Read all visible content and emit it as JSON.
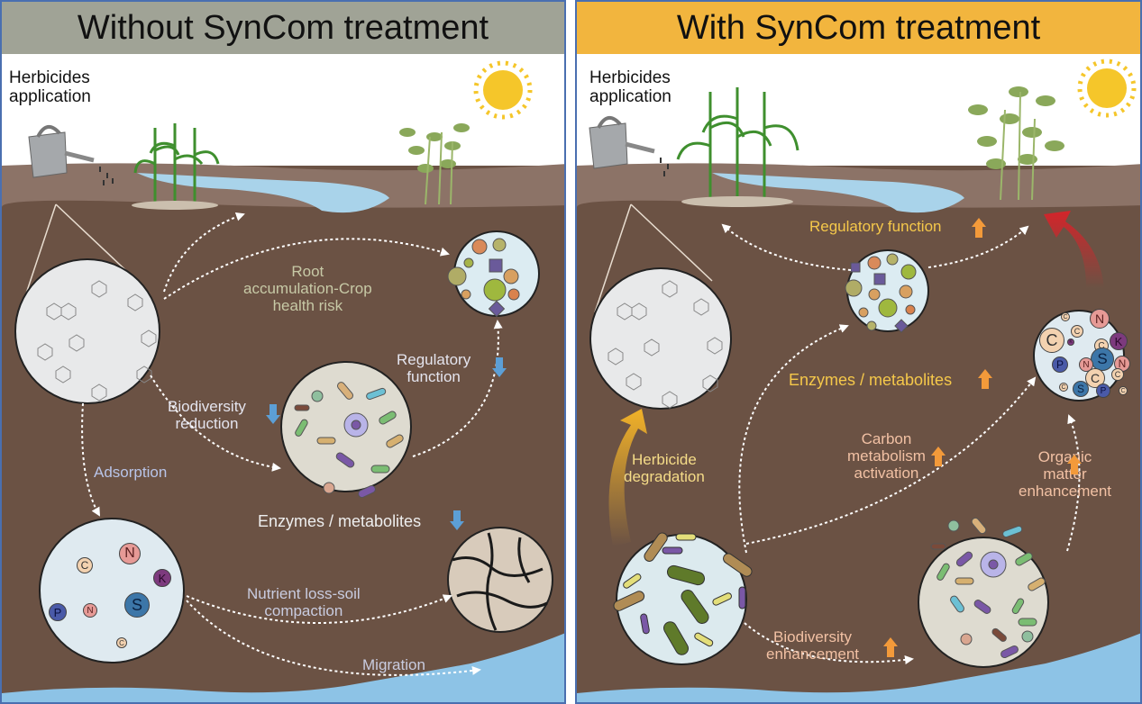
{
  "colors": {
    "left_banner": "#a0a396",
    "right_banner": "#f2b53e",
    "panel_border": "#4a6fb0",
    "soil_dark": "#6b5244",
    "soil_light": "#8c7367",
    "water": "#a9d3ea",
    "down_arrow": "#5c9fd6",
    "up_arrow": "#f39a3a",
    "left_label": "#d6d6e6",
    "root_label": "#c7c9a6",
    "right_label_yellow": "#f5c84a",
    "right_label_peach": "#f2c1a4"
  },
  "left_panel": {
    "title": "Without SynCom treatment",
    "herbicide_line1": "Herbicides",
    "herbicide_line2": "application",
    "labels": {
      "root_1": "Root",
      "root_2": "accumulation-Crop",
      "root_3": "health risk",
      "regulatory_1": "Regulatory",
      "regulatory_2": "function",
      "biodiversity_1": "Biodiversity",
      "biodiversity_2": "reduction",
      "adsorption": "Adsorption",
      "enzymes": "Enzymes / metabolites",
      "nutrient_1": "Nutrient loss-soil",
      "nutrient_2": "compaction",
      "migration": "Migration"
    },
    "nutrients": [
      "C",
      "N",
      "K",
      "S",
      "P",
      "N",
      "C"
    ],
    "trend": "down"
  },
  "right_panel": {
    "title": "With SynCom treatment",
    "herbicide_line1": "Herbicides",
    "herbicide_line2": "application",
    "labels": {
      "regulatory": "Regulatory function",
      "enzymes": "Enzymes / metabolites",
      "herbicide_deg_1": "Herbicide",
      "herbicide_deg_2": "degradation",
      "carbon_1": "Carbon",
      "carbon_2": "metabolism",
      "carbon_3": "activation",
      "organic_1": "Organic",
      "organic_2": "matter",
      "organic_3": "enhancement",
      "biodiversity_1": "Biodiversity",
      "biodiversity_2": "enhancement"
    },
    "nutrients": [
      "C",
      "N",
      "C",
      "C",
      "K",
      "K",
      "C",
      "S",
      "N",
      "P",
      "N",
      "C",
      "C",
      "C",
      "S",
      "P",
      "C"
    ],
    "trend": "up"
  }
}
